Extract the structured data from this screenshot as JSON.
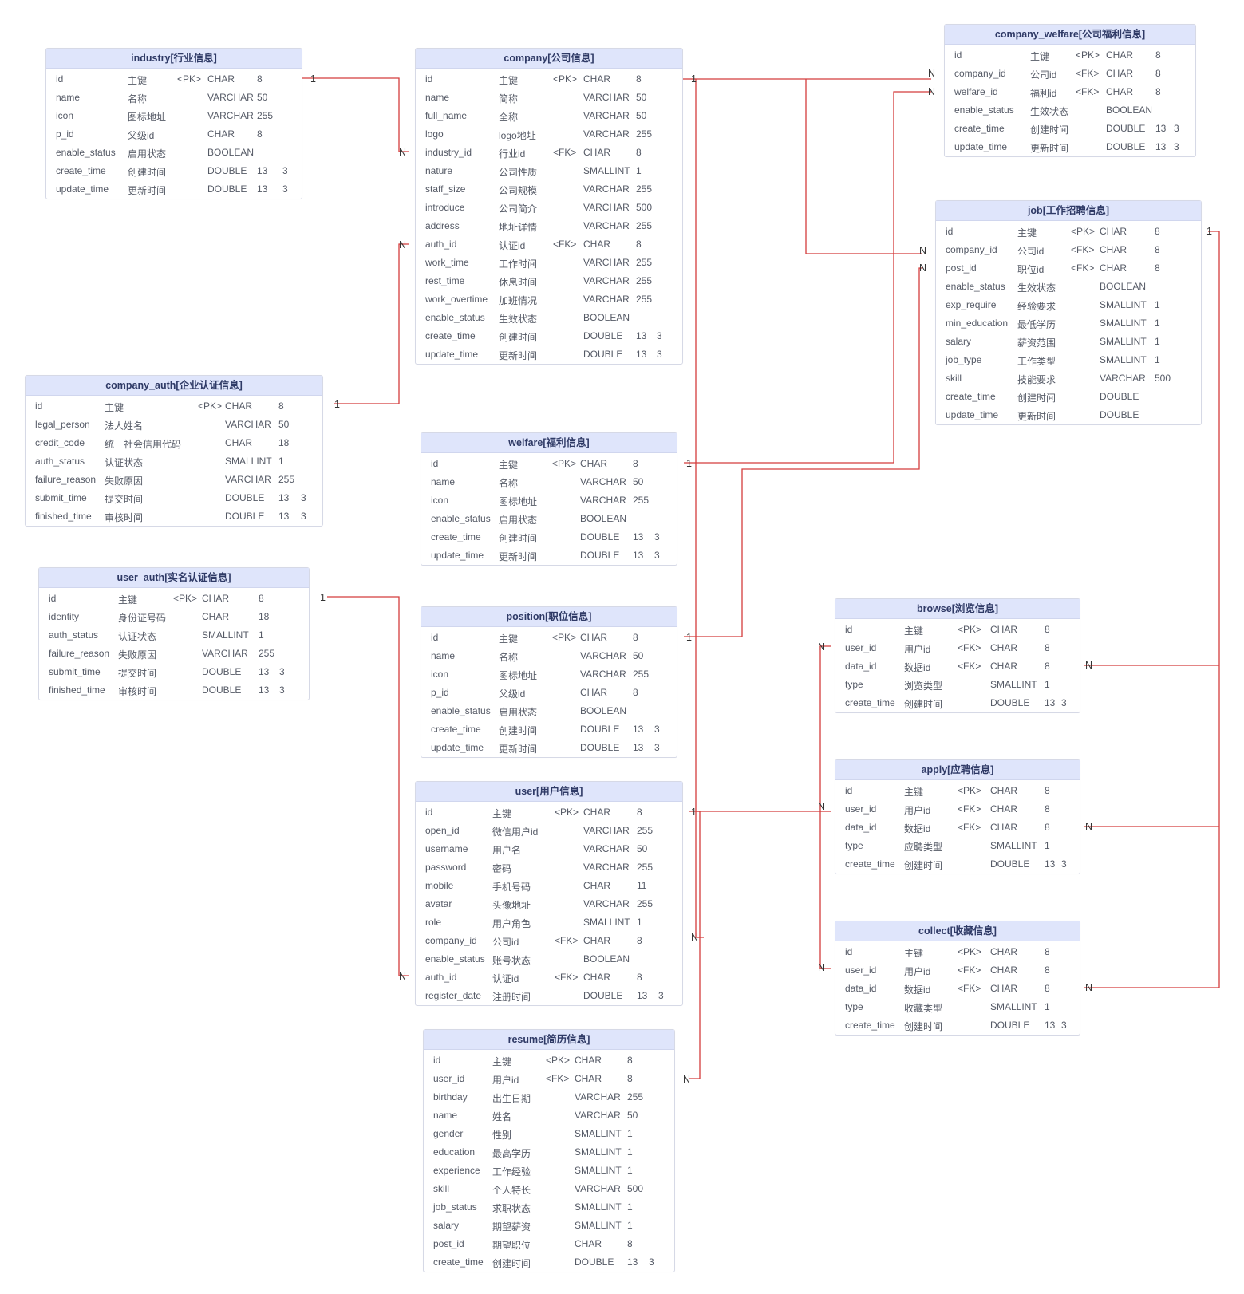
{
  "tables": [
    {
      "id": "industry",
      "title": "industry[行业信息]",
      "cols": [
        0,
        90,
        152,
        190,
        252,
        284
      ],
      "rows": [
        [
          "id",
          "主键",
          "<PK>",
          "CHAR",
          "8",
          ""
        ],
        [
          "name",
          "名称",
          "",
          "VARCHAR",
          "50",
          ""
        ],
        [
          "icon",
          "图标地址",
          "",
          "VARCHAR",
          "255",
          ""
        ],
        [
          "p_id",
          "父级id",
          "",
          "CHAR",
          "8",
          ""
        ],
        [
          "enable_status",
          "启用状态",
          "",
          "BOOLEAN",
          "",
          ""
        ],
        [
          "create_time",
          "创建时间",
          "",
          "DOUBLE",
          "13",
          "3"
        ],
        [
          "update_time",
          "更新时间",
          "",
          "DOUBLE",
          "13",
          "3"
        ]
      ]
    },
    {
      "id": "company",
      "title": "company[公司信息]",
      "cols": [
        0,
        92,
        160,
        198,
        264,
        290
      ],
      "rows": [
        [
          "id",
          "主键",
          "<PK>",
          "CHAR",
          "8",
          ""
        ],
        [
          "name",
          "简称",
          "",
          "VARCHAR",
          "50",
          ""
        ],
        [
          "full_name",
          "全称",
          "",
          "VARCHAR",
          "50",
          ""
        ],
        [
          "logo",
          "logo地址",
          "",
          "VARCHAR",
          "255",
          ""
        ],
        [
          "industry_id",
          "行业id",
          "<FK>",
          "CHAR",
          "8",
          ""
        ],
        [
          "nature",
          "公司性质",
          "",
          "SMALLINT",
          "1",
          ""
        ],
        [
          "staff_size",
          "公司规模",
          "",
          "VARCHAR",
          "255",
          ""
        ],
        [
          "introduce",
          "公司简介",
          "",
          "VARCHAR",
          "500",
          ""
        ],
        [
          "address",
          "地址详情",
          "",
          "VARCHAR",
          "255",
          ""
        ],
        [
          "auth_id",
          "认证id",
          "<FK>",
          "CHAR",
          "8",
          ""
        ],
        [
          "work_time",
          "工作时间",
          "",
          "VARCHAR",
          "255",
          ""
        ],
        [
          "rest_time",
          "休息时间",
          "",
          "VARCHAR",
          "255",
          ""
        ],
        [
          "work_overtime",
          "加班情况",
          "",
          "VARCHAR",
          "255",
          ""
        ],
        [
          "enable_status",
          "生效状态",
          "",
          "BOOLEAN",
          "",
          ""
        ],
        [
          "create_time",
          "创建时间",
          "",
          "DOUBLE",
          "13",
          "3"
        ],
        [
          "update_time",
          "更新时间",
          "",
          "DOUBLE",
          "13",
          "3"
        ]
      ]
    },
    {
      "id": "company_welfare",
      "title": "company_welfare[公司福利信息]",
      "cols": [
        0,
        95,
        152,
        190,
        252,
        275
      ],
      "rows": [
        [
          "id",
          "主键",
          "<PK>",
          "CHAR",
          "8",
          ""
        ],
        [
          "company_id",
          "公司id",
          "<FK>",
          "CHAR",
          "8",
          ""
        ],
        [
          "welfare_id",
          "福利id",
          "<FK>",
          "CHAR",
          "8",
          ""
        ],
        [
          "enable_status",
          "生效状态",
          "",
          "BOOLEAN",
          "",
          ""
        ],
        [
          "create_time",
          "创建时间",
          "",
          "DOUBLE",
          "13",
          "3"
        ],
        [
          "update_time",
          "更新时间",
          "",
          "DOUBLE",
          "13",
          "3"
        ]
      ]
    },
    {
      "id": "job",
      "title": "job[工作招聘信息]",
      "cols": [
        0,
        90,
        157,
        193,
        262,
        290
      ],
      "rows": [
        [
          "id",
          "主键",
          "<PK>",
          "CHAR",
          "8",
          ""
        ],
        [
          "company_id",
          "公司id",
          "<FK>",
          "CHAR",
          "8",
          ""
        ],
        [
          "post_id",
          "职位id",
          "<FK>",
          "CHAR",
          "8",
          ""
        ],
        [
          "enable_status",
          "生效状态",
          "",
          "BOOLEAN",
          "",
          ""
        ],
        [
          "exp_require",
          "经验要求",
          "",
          "SMALLINT",
          "1",
          ""
        ],
        [
          "min_education",
          "最低学历",
          "",
          "SMALLINT",
          "1",
          ""
        ],
        [
          "salary",
          "薪资范围",
          "",
          "SMALLINT",
          "1",
          ""
        ],
        [
          "job_type",
          "工作类型",
          "",
          "SMALLINT",
          "1",
          ""
        ],
        [
          "skill",
          "技能要求",
          "",
          "VARCHAR",
          "500",
          ""
        ],
        [
          "create_time",
          "创建时间",
          "",
          "DOUBLE",
          "",
          ""
        ],
        [
          "update_time",
          "更新时间",
          "",
          "DOUBLE",
          "",
          ""
        ]
      ]
    },
    {
      "id": "company_auth",
      "title": "company_auth[企业认证信息]",
      "cols": [
        0,
        87,
        204,
        238,
        305,
        333
      ],
      "rows": [
        [
          "id",
          "主键",
          "<PK>",
          "CHAR",
          "8",
          ""
        ],
        [
          "legal_person",
          "法人姓名",
          "",
          "VARCHAR",
          "50",
          ""
        ],
        [
          "credit_code",
          "统一社会信用代码",
          "",
          "CHAR",
          "18",
          ""
        ],
        [
          "auth_status",
          "认证状态",
          "",
          "SMALLINT",
          "1",
          ""
        ],
        [
          "failure_reason",
          "失败原因",
          "",
          "VARCHAR",
          "255",
          ""
        ],
        [
          "submit_time",
          "提交时间",
          "",
          "DOUBLE",
          "13",
          "3"
        ],
        [
          "finished_time",
          "审核时间",
          "",
          "DOUBLE",
          "13",
          "3"
        ]
      ]
    },
    {
      "id": "welfare",
      "title": "welfare[福利信息]",
      "cols": [
        0,
        85,
        152,
        187,
        253,
        280
      ],
      "rows": [
        [
          "id",
          "主键",
          "<PK>",
          "CHAR",
          "8",
          ""
        ],
        [
          "name",
          "名称",
          "",
          "VARCHAR",
          "50",
          ""
        ],
        [
          "icon",
          "图标地址",
          "",
          "VARCHAR",
          "255",
          ""
        ],
        [
          "enable_status",
          "启用状态",
          "",
          "BOOLEAN",
          "",
          ""
        ],
        [
          "create_time",
          "创建时间",
          "",
          "DOUBLE",
          "13",
          "3"
        ],
        [
          "update_time",
          "更新时间",
          "",
          "DOUBLE",
          "13",
          "3"
        ]
      ]
    },
    {
      "id": "user_auth",
      "title": "user_auth[实名认证信息]",
      "cols": [
        0,
        87,
        156,
        192,
        263,
        289
      ],
      "rows": [
        [
          "id",
          "主键",
          "<PK>",
          "CHAR",
          "8",
          ""
        ],
        [
          "identity",
          "身份证号码",
          "",
          "CHAR",
          "18",
          ""
        ],
        [
          "auth_status",
          "认证状态",
          "",
          "SMALLINT",
          "1",
          ""
        ],
        [
          "failure_reason",
          "失败原因",
          "",
          "VARCHAR",
          "255",
          ""
        ],
        [
          "submit_time",
          "提交时间",
          "",
          "DOUBLE",
          "13",
          "3"
        ],
        [
          "finished_time",
          "审核时间",
          "",
          "DOUBLE",
          "13",
          "3"
        ]
      ]
    },
    {
      "id": "position",
      "title": "position[职位信息]",
      "cols": [
        0,
        85,
        152,
        187,
        253,
        280
      ],
      "rows": [
        [
          "id",
          "主键",
          "<PK>",
          "CHAR",
          "8",
          ""
        ],
        [
          "name",
          "名称",
          "",
          "VARCHAR",
          "50",
          ""
        ],
        [
          "icon",
          "图标地址",
          "",
          "VARCHAR",
          "255",
          ""
        ],
        [
          "p_id",
          "父级id",
          "",
          "CHAR",
          "8",
          ""
        ],
        [
          "enable_status",
          "启用状态",
          "",
          "BOOLEAN",
          "",
          ""
        ],
        [
          "create_time",
          "创建时间",
          "",
          "DOUBLE",
          "13",
          "3"
        ],
        [
          "update_time",
          "更新时间",
          "",
          "DOUBLE",
          "13",
          "3"
        ]
      ]
    },
    {
      "id": "browse",
      "title": "browse[浏览信息]",
      "cols": [
        0,
        74,
        141,
        182,
        250,
        271
      ],
      "rows": [
        [
          "id",
          "主键",
          "<PK>",
          "CHAR",
          "8",
          ""
        ],
        [
          "user_id",
          "用户id",
          "<FK>",
          "CHAR",
          "8",
          ""
        ],
        [
          "data_id",
          "数据id",
          "<FK>",
          "CHAR",
          "8",
          ""
        ],
        [
          "type",
          "浏览类型",
          "",
          "SMALLINT",
          "1",
          ""
        ],
        [
          "create_time",
          "创建时间",
          "",
          "DOUBLE",
          "13",
          "3"
        ]
      ]
    },
    {
      "id": "apply",
      "title": "apply[应聘信息]",
      "cols": [
        0,
        74,
        141,
        182,
        250,
        271
      ],
      "rows": [
        [
          "id",
          "主键",
          "<PK>",
          "CHAR",
          "8",
          ""
        ],
        [
          "user_id",
          "用户id",
          "<FK>",
          "CHAR",
          "8",
          ""
        ],
        [
          "data_id",
          "数据id",
          "<FK>",
          "CHAR",
          "8",
          ""
        ],
        [
          "type",
          "应聘类型",
          "",
          "SMALLINT",
          "1",
          ""
        ],
        [
          "create_time",
          "创建时间",
          "",
          "DOUBLE",
          "13",
          "3"
        ]
      ]
    },
    {
      "id": "collect",
      "title": "collect[收藏信息]",
      "cols": [
        0,
        74,
        141,
        182,
        250,
        271
      ],
      "rows": [
        [
          "id",
          "主键",
          "<PK>",
          "CHAR",
          "8",
          ""
        ],
        [
          "user_id",
          "用户id",
          "<FK>",
          "CHAR",
          "8",
          ""
        ],
        [
          "data_id",
          "数据id",
          "<FK>",
          "CHAR",
          "8",
          ""
        ],
        [
          "type",
          "收藏类型",
          "",
          "SMALLINT",
          "1",
          ""
        ],
        [
          "create_time",
          "创建时间",
          "",
          "DOUBLE",
          "13",
          "3"
        ]
      ]
    },
    {
      "id": "user",
      "title": "user[用户信息]",
      "cols": [
        0,
        84,
        162,
        198,
        265,
        292
      ],
      "rows": [
        [
          "id",
          "主键",
          "<PK>",
          "CHAR",
          "8",
          ""
        ],
        [
          "open_id",
          "微信用户id",
          "",
          "VARCHAR",
          "255",
          ""
        ],
        [
          "username",
          "用户名",
          "",
          "VARCHAR",
          "50",
          ""
        ],
        [
          "password",
          "密码",
          "",
          "VARCHAR",
          "255",
          ""
        ],
        [
          "mobile",
          "手机号码",
          "",
          "CHAR",
          "11",
          ""
        ],
        [
          "avatar",
          "头像地址",
          "",
          "VARCHAR",
          "255",
          ""
        ],
        [
          "role",
          "用户角色",
          "",
          "SMALLINT",
          "1",
          ""
        ],
        [
          "company_id",
          "公司id",
          "<FK>",
          "CHAR",
          "8",
          ""
        ],
        [
          "enable_status",
          "账号状态",
          "",
          "BOOLEAN",
          "",
          ""
        ],
        [
          "auth_id",
          "认证id",
          "<FK>",
          "CHAR",
          "8",
          ""
        ],
        [
          "register_date",
          "注册时间",
          "",
          "DOUBLE",
          "13",
          "3"
        ]
      ]
    },
    {
      "id": "resume",
      "title": "resume[简历信息]",
      "cols": [
        0,
        74,
        141,
        177,
        243,
        270
      ],
      "rows": [
        [
          "id",
          "主键",
          "<PK>",
          "CHAR",
          "8",
          ""
        ],
        [
          "user_id",
          "用户id",
          "<FK>",
          "CHAR",
          "8",
          ""
        ],
        [
          "birthday",
          "出生日期",
          "",
          "VARCHAR",
          "255",
          ""
        ],
        [
          "name",
          "姓名",
          "",
          "VARCHAR",
          "50",
          ""
        ],
        [
          "gender",
          "性别",
          "",
          "SMALLINT",
          "1",
          ""
        ],
        [
          "education",
          "最高学历",
          "",
          "SMALLINT",
          "1",
          ""
        ],
        [
          "experience",
          "工作经验",
          "",
          "SMALLINT",
          "1",
          ""
        ],
        [
          "skill",
          "个人特长",
          "",
          "VARCHAR",
          "500",
          ""
        ],
        [
          "job_status",
          "求职状态",
          "",
          "SMALLINT",
          "1",
          ""
        ],
        [
          "salary",
          "期望薪资",
          "",
          "SMALLINT",
          "1",
          ""
        ],
        [
          "post_id",
          "期望职位",
          "",
          "CHAR",
          "8",
          ""
        ],
        [
          "create_time",
          "创建时间",
          "",
          "DOUBLE",
          "13",
          "3"
        ]
      ]
    }
  ],
  "cardinality": {
    "one": "1",
    "many": "N"
  },
  "line_color": "#d43c3c"
}
